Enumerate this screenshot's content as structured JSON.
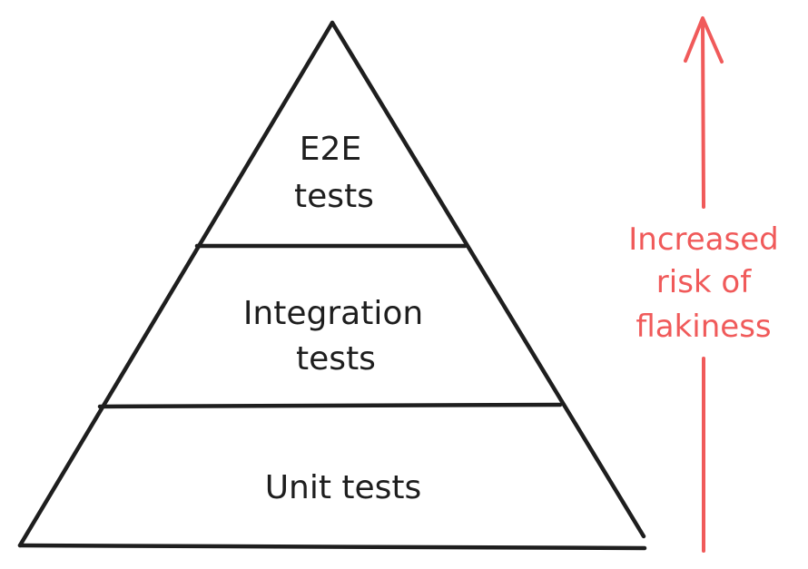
{
  "pyramid": {
    "top": {
      "line1": "E2E",
      "line2": "tests"
    },
    "middle": {
      "line1": "Integration",
      "line2": "tests"
    },
    "bottom": {
      "line1": "Unit tests"
    }
  },
  "risk_arrow": {
    "line1": "Increased",
    "line2": "risk of",
    "line3": "flakiness",
    "color": "#f05a5a"
  },
  "colors": {
    "stroke": "#1e1e1e"
  }
}
